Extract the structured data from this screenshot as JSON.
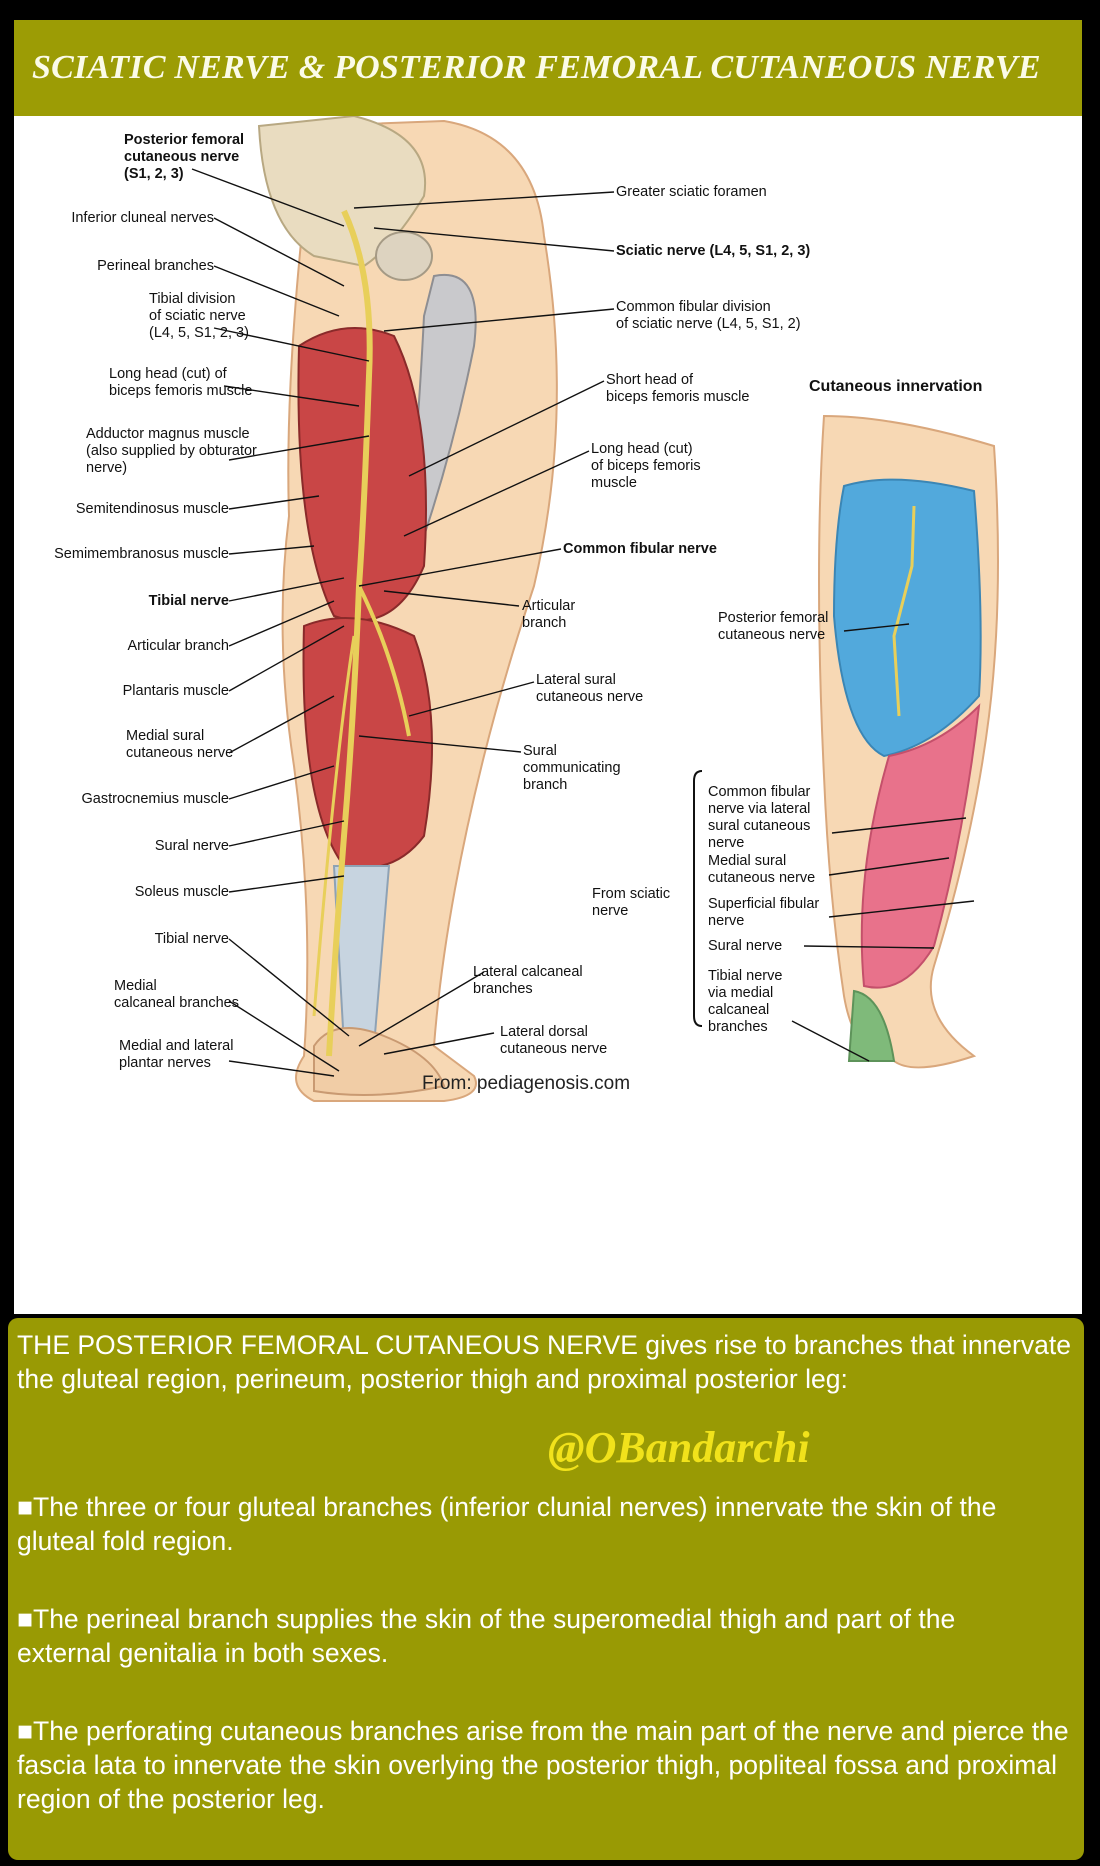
{
  "title": "SCIATIC NERVE & POSTERIOR FEMORAL CUTANEOUS NERVE",
  "figure": {
    "left_labels": [
      "Posterior femoral\ncutaneous nerve\n(S1, 2, 3)",
      "Inferior cluneal nerves",
      "Perineal branches",
      "Tibial division\nof sciatic nerve\n(L4, 5, S1, 2, 3)",
      "Long head (cut) of\nbiceps femoris muscle",
      "Adductor magnus muscle\n(also supplied by obturator\nnerve)",
      "Semitendinosus muscle",
      "Semimembranosus muscle",
      "Tibial nerve",
      "Articular branch",
      "Plantaris muscle",
      "Medial sural\ncutaneous nerve",
      "Gastrocnemius muscle",
      "Sural nerve",
      "Soleus muscle",
      "Tibial nerve",
      "Medial\ncalcaneal branches",
      "Medial and lateral\nplantar nerves"
    ],
    "right_labels": [
      "Greater sciatic foramen",
      "Sciatic nerve (L4, 5, S1, 2, 3)",
      "Common fibular division\nof sciatic nerve (L4, 5, S1, 2)",
      "Short head of\nbiceps femoris muscle",
      "Long head (cut)\nof biceps femoris\nmuscle",
      "Common fibular nerve",
      "Articular\nbranch",
      "Lateral sural\ncutaneous nerve",
      "Sural\ncommunicating\nbranch",
      "Lateral calcaneal\nbranches",
      "Lateral dorsal\ncutaneous nerve"
    ],
    "cutaneous": {
      "heading": "Cutaneous innervation",
      "posterior_label": "Posterior femoral\ncutaneous nerve",
      "group_label": "From sciatic\nnerve",
      "items": [
        "Common fibular\nnerve via lateral\nsural cutaneous\nnerve",
        "Medial sural\ncutaneous nerve",
        "Superficial fibular\nnerve",
        "Sural nerve",
        "Tibial nerve\nvia medial\ncalcaneal\nbranches"
      ]
    },
    "source": "From: pediagenosis.com",
    "colors": {
      "blue_zone": "#52a9dc",
      "pink_zone": "#e8728b",
      "nerve": "#e8cf5a",
      "muscle": "#c94646"
    }
  },
  "handle": "@OBandarchi",
  "paragraphs": [
    "THE POSTERIOR FEMORAL CUTANEOUS NERVE gives rise to branches that innervate the gluteal region, perineum, posterior thigh and proximal posterior leg:",
    "■The three or four gluteal branches (inferior clunial nerves) innervate the skin of the gluteal fold region.",
    "■The perineal branch supplies the skin of the superomedial thigh and part of the external genitalia in both sexes.",
    "■The perforating cutaneous branches arise from the main part of the nerve and pierce the fascia lata to innervate the skin overlying the posterior thigh, popliteal fossa and proximal region of the posterior leg."
  ],
  "colors": {
    "banner": "#9c9c05",
    "title_text": "#fbfbe8",
    "handle": "#f1e21b"
  }
}
